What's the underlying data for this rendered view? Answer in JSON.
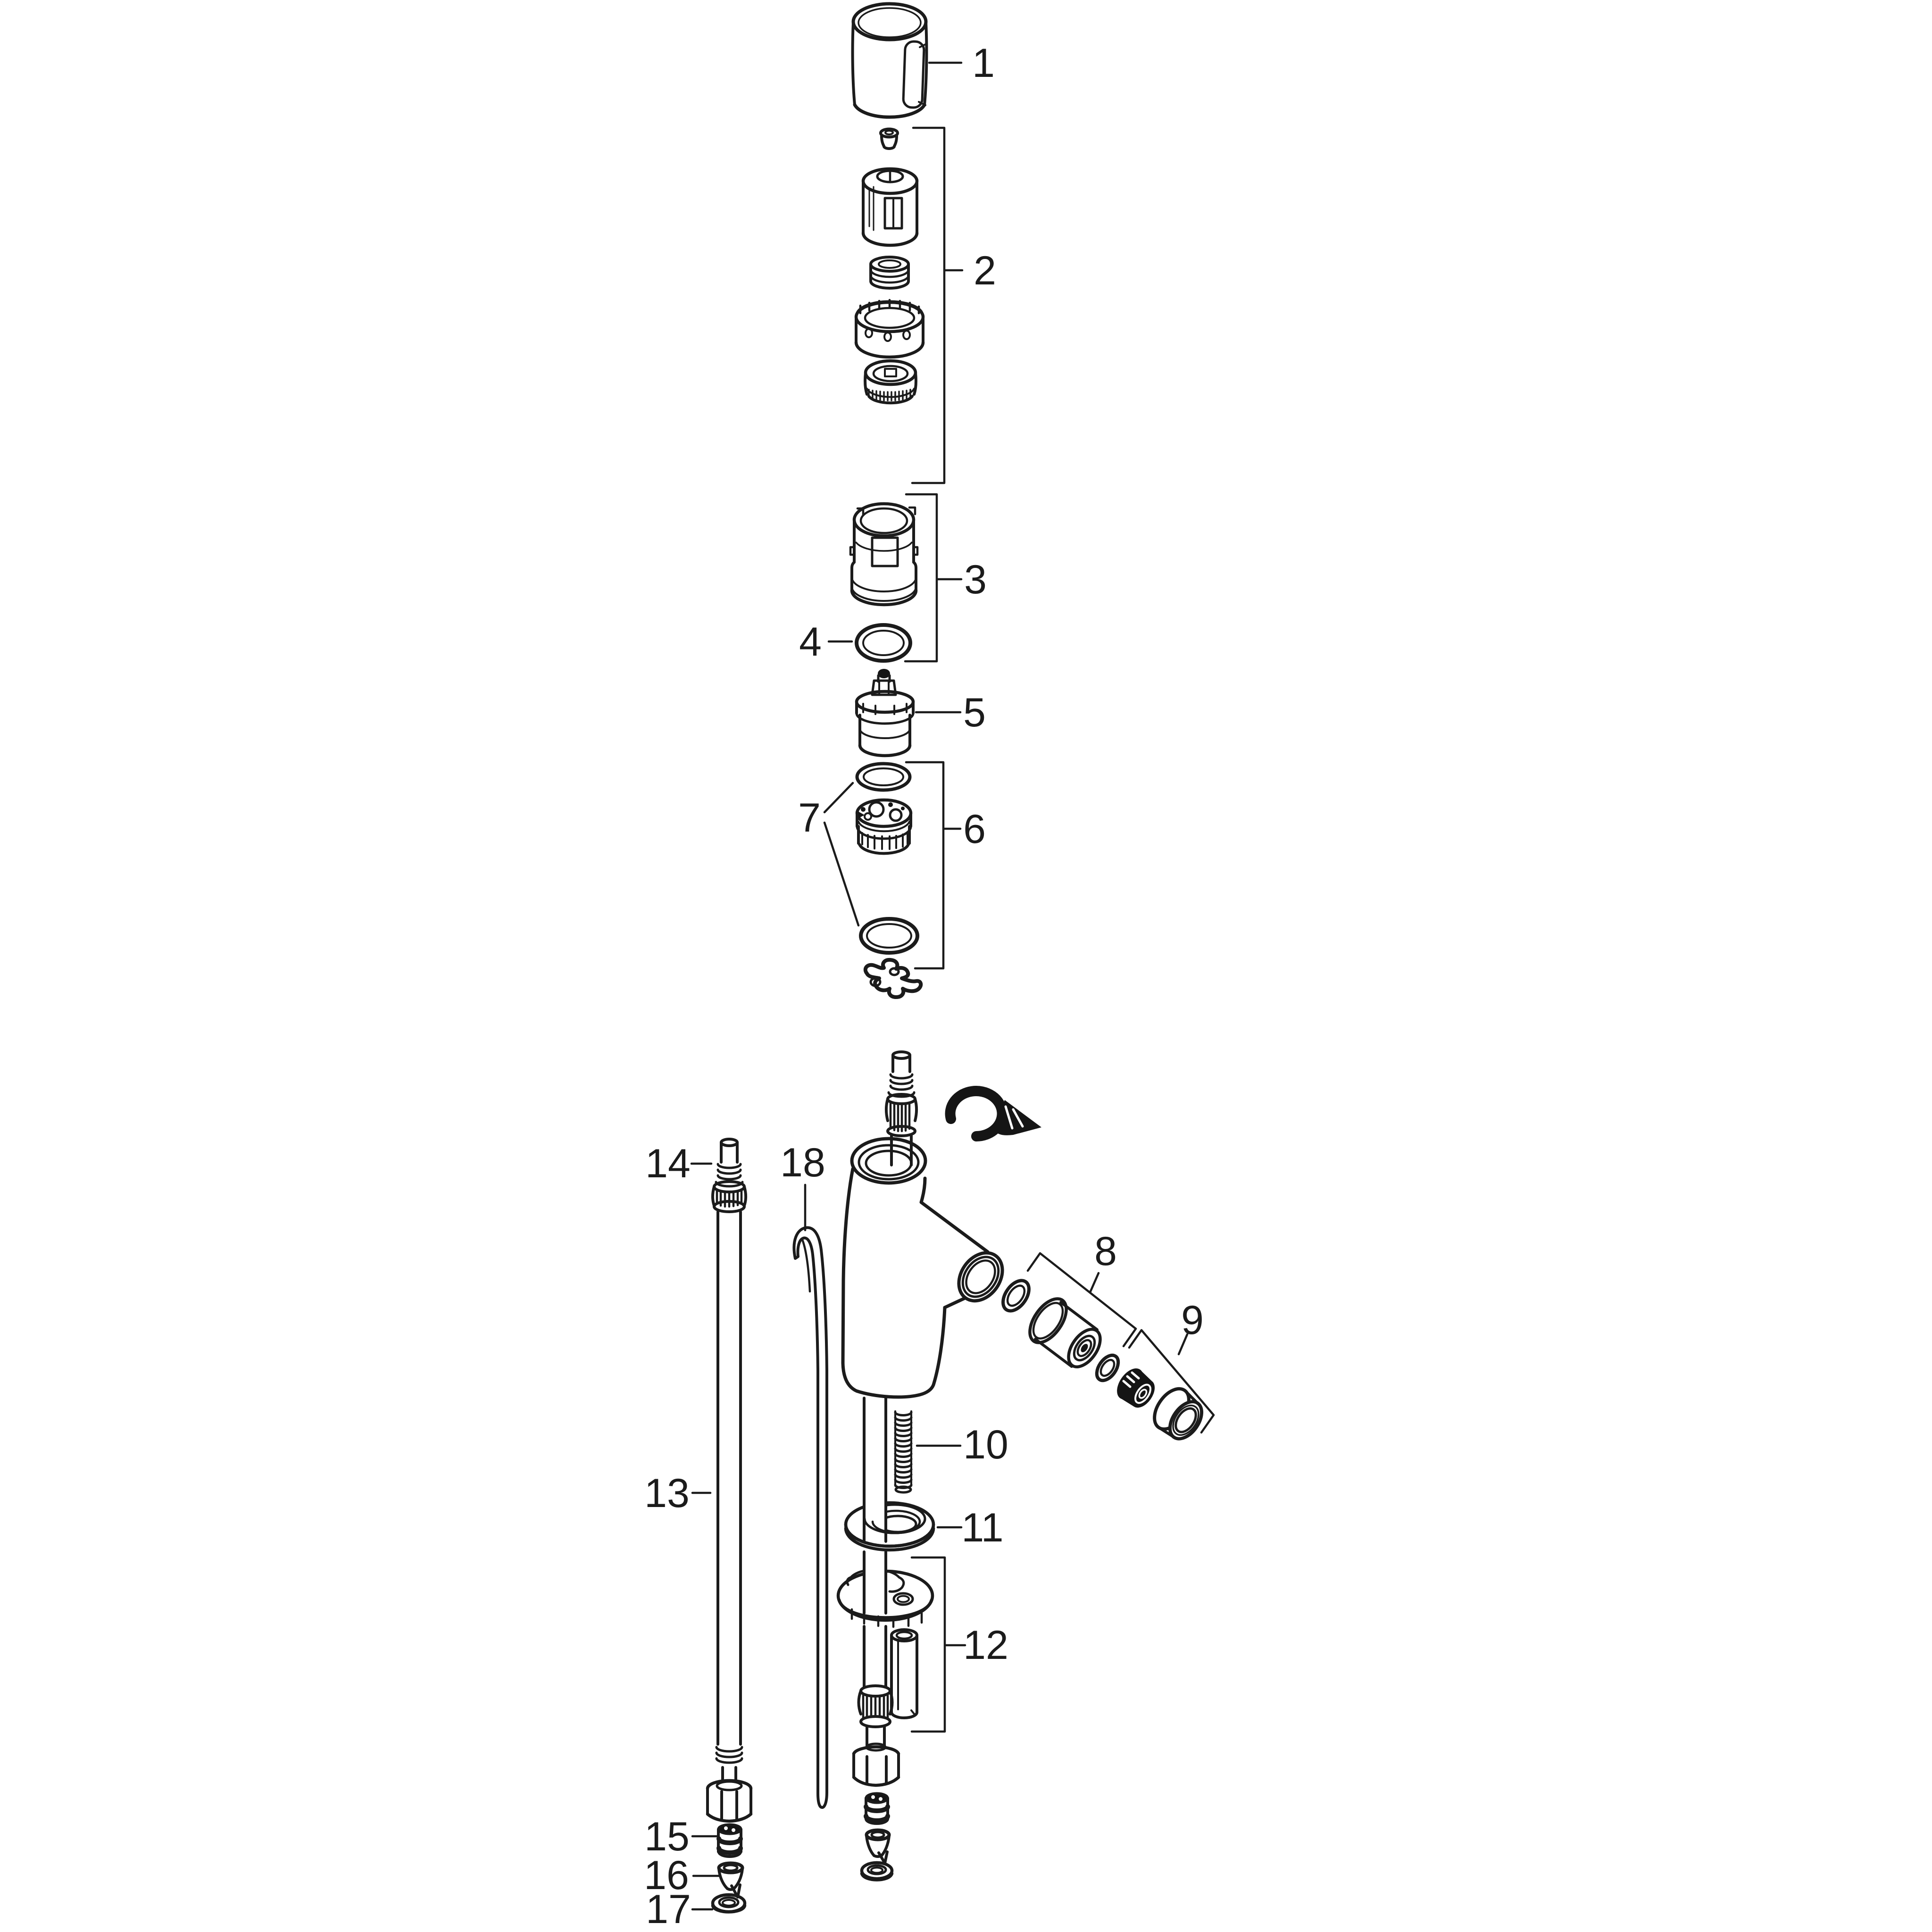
{
  "diagram": {
    "type": "exploded-parts-diagram",
    "background_color": "#ffffff",
    "line_color": "#1b1b1b",
    "callouts": [
      "1",
      "2",
      "3",
      "4",
      "5",
      "6",
      "7",
      "8",
      "9",
      "10",
      "11",
      "12",
      "13",
      "14",
      "15",
      "16",
      "17",
      "18"
    ]
  }
}
